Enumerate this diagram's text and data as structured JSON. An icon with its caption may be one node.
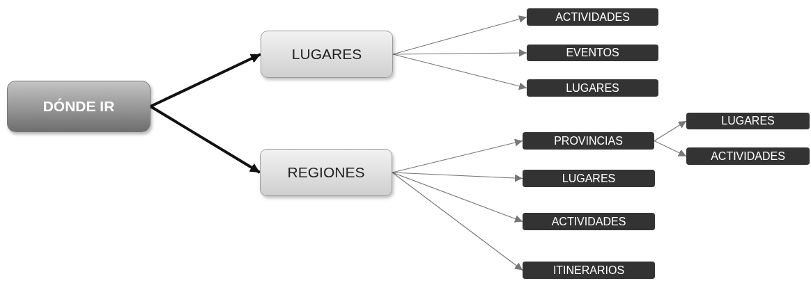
{
  "diagram": {
    "nodes": [
      {
        "text": [
          "DÓNDE IR"
        ]
      },
      {
        "text": [
          "LUGARES"
        ]
      },
      {
        "text": [
          "REGIONES"
        ]
      },
      {
        "text": [
          "ACTIVIDADES"
        ]
      },
      {
        "text": [
          "EVENTOS"
        ]
      },
      {
        "text": [
          "LUGARES"
        ]
      },
      {
        "text": [
          "PROVINCIAS"
        ]
      },
      {
        "text": [
          "LUGARES"
        ]
      },
      {
        "text": [
          "ACTIVIDADES"
        ]
      },
      {
        "text": [
          "LUGARES"
        ]
      },
      {
        "text": [
          "ACTIVIDADES"
        ]
      },
      {
        "text": [
          "ITINERARIOS"
        ]
      }
    ],
    "edges": [
      {
        "from": 0,
        "to": 1,
        "arrow": "to",
        "style": "thick",
        "color": "#111111"
      },
      {
        "from": 0,
        "to": 2,
        "arrow": "to",
        "style": "thick",
        "color": "#111111"
      },
      {
        "from": 1,
        "to": 3,
        "arrow": "to"
      },
      {
        "from": 1,
        "to": 4,
        "arrow": "to"
      },
      {
        "from": 1,
        "to": 5,
        "arrow": "to"
      },
      {
        "from": 2,
        "to": 6,
        "arrow": "to"
      },
      {
        "from": 6,
        "to": 7,
        "arrow": "to"
      },
      {
        "from": 6,
        "to": 8,
        "arrow": "to"
      },
      {
        "from": 2,
        "to": 9,
        "arrow": "to"
      },
      {
        "from": 2,
        "to": 10,
        "arrow": "to"
      },
      {
        "from": 2,
        "to": 11,
        "arrow": "to"
      }
    ]
  }
}
